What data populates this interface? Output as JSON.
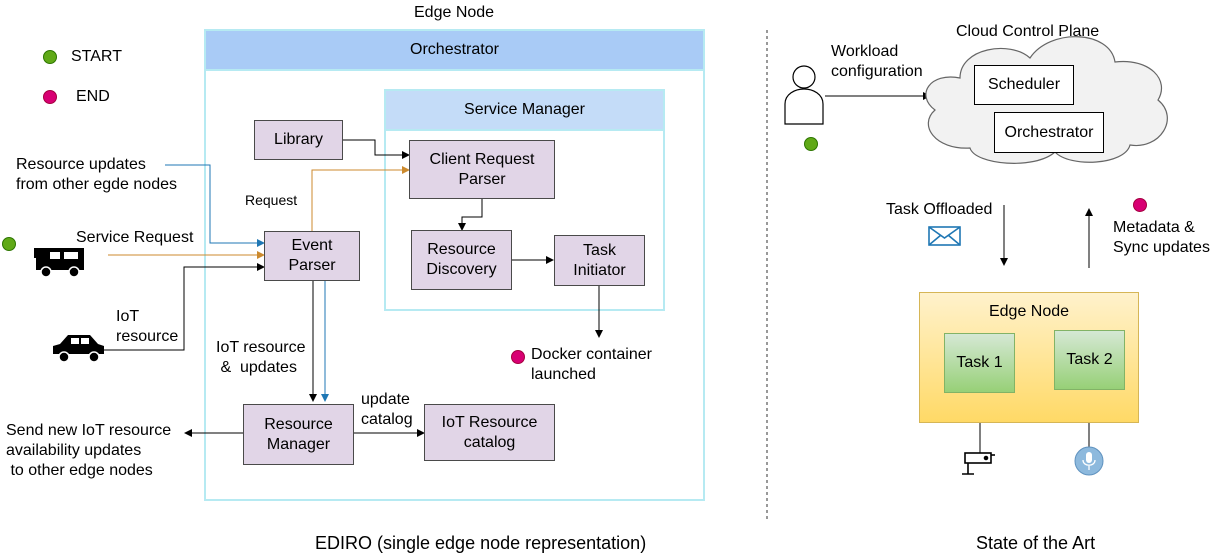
{
  "legend": {
    "start": "START",
    "end": "END"
  },
  "ediro": {
    "edge_node_title": "Edge Node",
    "orchestrator": "Orchestrator",
    "service_manager": "Service Manager",
    "library": "Library",
    "client_request_parser": "Client Request Parser",
    "resource_discovery": "Resource Discovery",
    "task_initiator": "Task Initiator",
    "event_parser": "Event Parser",
    "resource_manager": "Resource Manager",
    "iot_resource_catalog": "IoT Resource catalog",
    "label_request": "Request",
    "label_resource_updates": "Resource updates\nfrom other egde nodes",
    "label_service_request": "Service Request",
    "label_iot_resource": "IoT\nresource",
    "label_iot_updates": "IoT resource\n &  updates",
    "label_update_catalog": "update\ncatalog",
    "label_docker": "Docker container\nlaunched",
    "label_send_updates": "Send new IoT resource\navailability updates\n to other edge nodes",
    "caption": "EDIRO (single edge node representation)"
  },
  "sota": {
    "cloud_title": "Cloud Control Plane",
    "scheduler": "Scheduler",
    "orchestrator": "Orchestrator",
    "workload": "Workload\nconfiguration",
    "task_offloaded": "Task Offloaded",
    "metadata": "Metadata &\nSync updates",
    "edge_node": "Edge Node",
    "task1": "Task 1",
    "task2": "Task 2",
    "caption": "State of the Art"
  },
  "colors": {
    "orchestrator_header": "#a9cbf6",
    "container_border": "#b6eaf2",
    "service_manager_header": "#c4dcf8",
    "task_box": "#e1d5e7",
    "edge_node_sota": "#fff2cc",
    "arrow_blue": "#1f77b4",
    "arrow_orange": "#cc8a2e"
  }
}
